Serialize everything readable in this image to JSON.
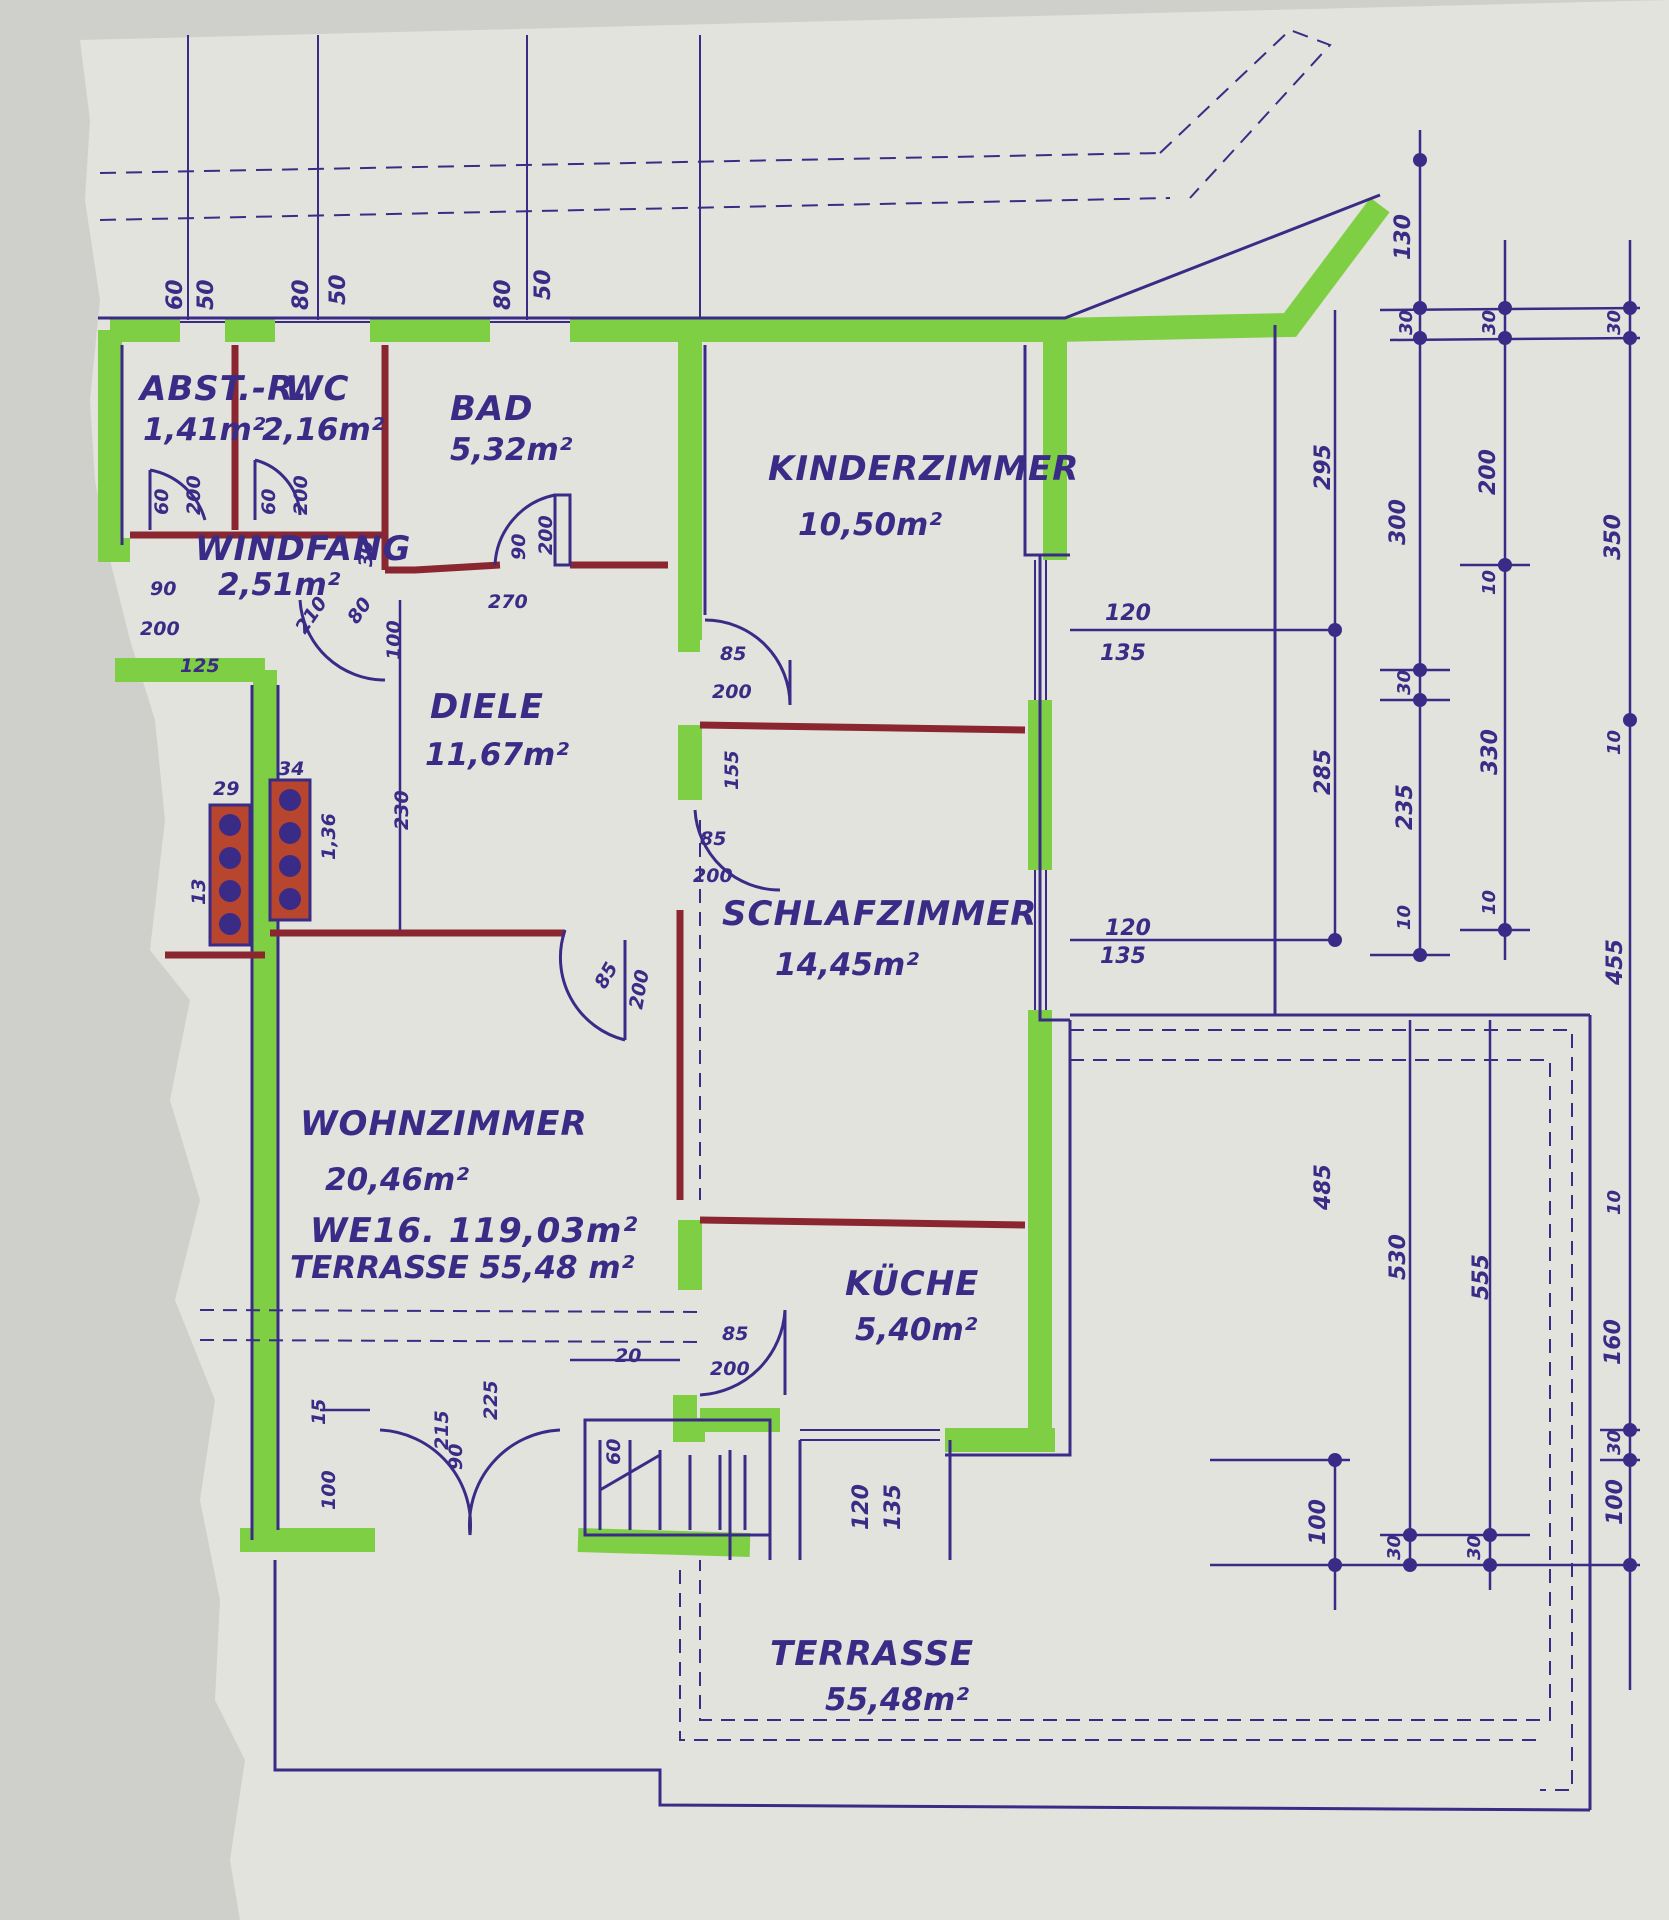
{
  "colors": {
    "paper": "#e3e3dd",
    "background": "#cfd0cc",
    "ink": "#3a2c86",
    "wall_green": "#7fcf45",
    "partition_red": "#8a2630"
  },
  "rooms": {
    "abstr": {
      "name": "ABST.-R.",
      "area": "1,41m²"
    },
    "wc": {
      "name": "WC",
      "area": "2,16m²"
    },
    "bad": {
      "name": "BAD",
      "area": "5,32m²"
    },
    "kinderzimmer": {
      "name": "KINDERZIMMER",
      "area": "10,50m²"
    },
    "windfang": {
      "name": "WINDFANG",
      "area": "2,51m²"
    },
    "diele": {
      "name": "DIELE",
      "area": "11,67m²"
    },
    "schlafzimmer": {
      "name": "SCHLAFZIMMER",
      "area": "14,45m²"
    },
    "wohnzimmer": {
      "name": "WOHNZIMMER",
      "area": "20,46m²"
    },
    "kueche": {
      "name": "KÜCHE",
      "area": "5,40m²"
    },
    "terrasse": {
      "name": "TERRASSE",
      "area": "55,48m²"
    }
  },
  "summary": {
    "unit": "WE16. 119,03m²",
    "terrace": "TERRASSE 55,48 m²"
  },
  "dimensions": {
    "top_60a": "60",
    "top_50a": "50",
    "top_80b": "80",
    "top_50b": "50",
    "top_80c": "80",
    "top_50c": "50",
    "d90": "90",
    "d200": "200",
    "d125": "125",
    "d60a": "60",
    "d200a": "200",
    "d60b": "60",
    "d200b": "200",
    "bad_90": "90",
    "bad_200": "200",
    "bad_270": "270",
    "wind_30": "30",
    "wind_80": "80",
    "wind_210": "210",
    "wind_100": "100",
    "kinder_85": "85",
    "kinder_200": "200",
    "schlaf_155": "155",
    "schlaf_85": "85",
    "schlaf_200": "200",
    "diele_230": "230",
    "chim_29": "29",
    "chim_34": "34",
    "chim_136": "1,36",
    "chim_13": "13",
    "wohn_85": "85",
    "wohn_200": "200",
    "kueche_85": "85",
    "kueche_200": "200",
    "stair_20": "20",
    "stair_60": "60",
    "stair_15": "15",
    "door_90": "90",
    "door_215": "215",
    "door_225": "225",
    "left_100": "100",
    "win_120a": "120",
    "win_135a": "135",
    "win_120b": "120",
    "win_135b": "135",
    "win_120c": "120",
    "win_135c": "135",
    "r_130": "130",
    "r_30a": "30",
    "r_30b": "30",
    "r_30c": "30",
    "r_295": "295",
    "r_300": "300",
    "r_200": "200",
    "r_350": "350",
    "r_10a": "10",
    "r_30d": "30",
    "r_10b": "10",
    "r_285": "285",
    "r_235": "235",
    "r_330": "330",
    "r_10c": "10",
    "r_10d": "10",
    "r_455": "455",
    "r_485": "485",
    "r_530": "530",
    "r_555": "555",
    "r_10e": "10",
    "r_160": "160",
    "r_30e": "30",
    "r_100a": "100",
    "r_100b": "100",
    "r_30f": "30",
    "r_30g": "30"
  }
}
